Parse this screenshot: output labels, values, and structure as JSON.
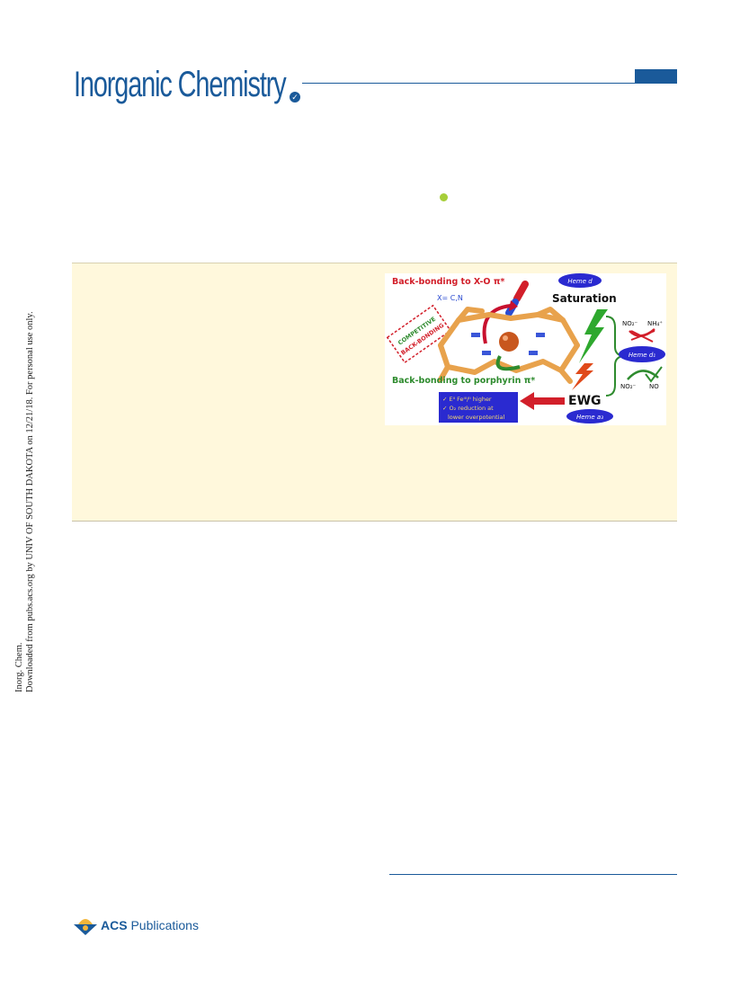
{
  "journal": {
    "title": "Inorganic Chemistry",
    "check_icon": "check-badge-icon",
    "brand_color": "#1a5a9a"
  },
  "side_note": {
    "line1": "Inorg. Chem.",
    "line2": "Downloaded from pubs.acs.org by UNIV OF SOUTH DAKOTA on 12/21/18. For personal use only."
  },
  "abstract": {
    "background_color": "#fff8dc"
  },
  "toc_figure": {
    "top_label": "Back-bonding to X-O π*",
    "x_label": "X= C,N",
    "stamp_line1": "COMPETITIVE",
    "stamp_line2": "BACK-BONDING",
    "bottom_label": "Back-bonding to porphyrin π*",
    "heme_d": "Heme d",
    "saturation": "Saturation",
    "no2_left": "NO₂⁻",
    "nh4": "NH₄⁺",
    "heme_d1": "Heme d₁",
    "no2_bottom": "NO₂⁻",
    "no": "NO",
    "ewg": "EWG",
    "heme_a3": "Heme a₃",
    "box_line1": "✓ Eᴵᴵ Feᴵᴵᴵ/ᴵᴵ higher",
    "box_line2": "✓ O₂ reduction at",
    "box_line3": "lower overpotential"
  },
  "publisher": {
    "logo_icon": "acs-publications-logo",
    "name_bold": "ACS",
    "name_rest": " Publications"
  }
}
